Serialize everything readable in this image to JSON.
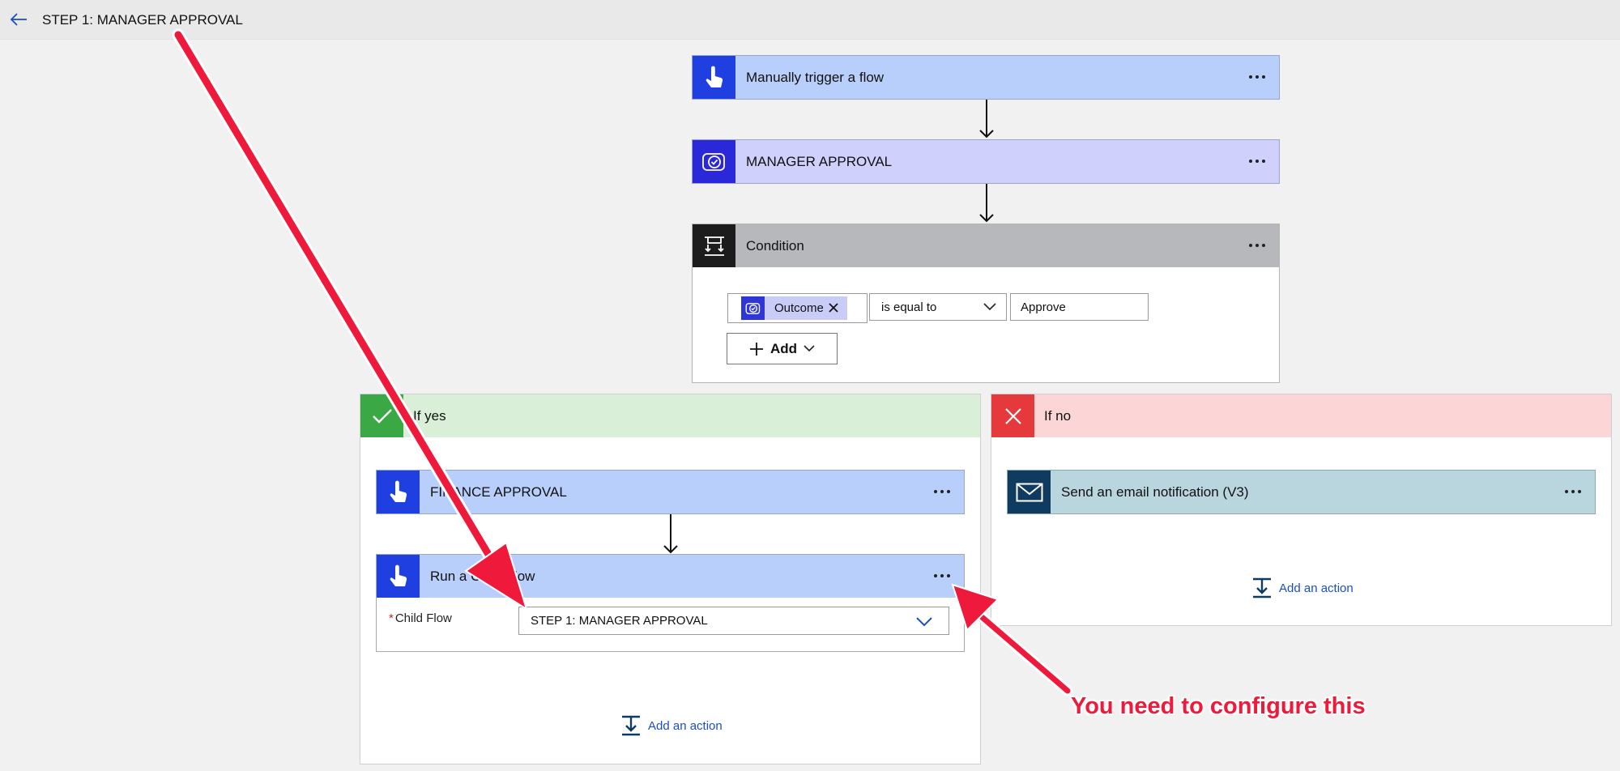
{
  "header": {
    "title": "STEP 1: MANAGER APPROVAL"
  },
  "flow": {
    "trigger": {
      "title": "Manually trigger a flow"
    },
    "approval": {
      "title": "MANAGER APPROVAL"
    },
    "condition": {
      "title": "Condition",
      "token": "Outcome",
      "operator": "is equal to",
      "value": "Approve",
      "add_label": "Add"
    }
  },
  "branches": {
    "yes": {
      "title": "If yes",
      "finance": {
        "title": "FINANCE APPROVAL"
      },
      "child": {
        "title": "Run a Child Flow",
        "field_label": "Child Flow",
        "field_required": "*",
        "field_value": "STEP 1: MANAGER APPROVAL"
      },
      "add_action": "Add an action"
    },
    "no": {
      "title": "If no",
      "email": {
        "title": "Send an email notification (V3)"
      },
      "add_action": "Add an action"
    }
  },
  "annotation": {
    "text": "You need to configure this"
  },
  "colors": {
    "trigger_header": "#b9cffb",
    "trigger_icon": "#1f3fe0",
    "approval_header": "#cfd0fb",
    "approval_icon": "#2a28d8",
    "condition_header": "#b7b8bb",
    "condition_icon": "#1c1c1c",
    "yes_header": "#d9efd8",
    "yes_icon": "#3aa845",
    "no_header": "#fcd6d6",
    "no_icon": "#e5393c",
    "email_header": "#b9d6de",
    "email_icon": "#0f3b61",
    "annotation": "#ee1a3b"
  }
}
